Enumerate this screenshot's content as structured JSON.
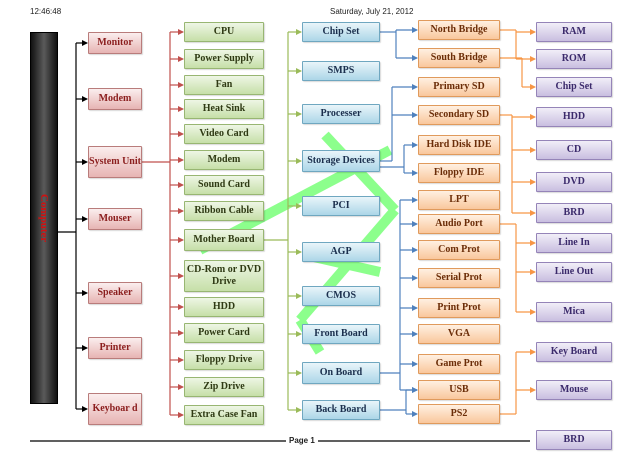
{
  "header": {
    "time": "12:46:48",
    "date": "Saturday, July 21, 2012"
  },
  "footer": {
    "page": "Page 1"
  },
  "root": {
    "label": "Computer"
  },
  "colors": {
    "red": "#c0504d",
    "green": "#9bbb59",
    "blue": "#4f81bd",
    "orange": "#f79646",
    "watermark": "#66ff66"
  },
  "col0": [
    "Monitor",
    "Modem",
    "System Unit",
    "Mouser",
    "Speaker",
    "Printer",
    "Keyboar d"
  ],
  "col1": [
    "CPU",
    "Power Supply",
    "Fan",
    "Heat Sink",
    "Video Card",
    "Modem",
    "Sound Card",
    "Ribbon Cable",
    "Mother Board",
    "CD-Rom or DVD Drive",
    "HDD",
    "Power Card",
    "Floppy Drive",
    "Zip Drive",
    "Extra Case Fan"
  ],
  "col2": [
    "Chip Set",
    "SMPS",
    "Processer",
    "Storage Devices",
    "PCI",
    "AGP",
    "CMOS",
    "Front Board",
    "On Board",
    "Back Board"
  ],
  "col3": [
    "North Bridge",
    "South Bridge",
    "Primary SD",
    "Secondary SD",
    "Hard Disk IDE",
    "Floppy IDE",
    "LPT",
    "Audio Port",
    "Com Prot",
    "Serial Prot",
    "Print Prot",
    "VGA",
    "Game Prot",
    "USB",
    "PS2"
  ],
  "col4": [
    "RAM",
    "ROM",
    "Chip Set",
    "HDD",
    "CD",
    "DVD",
    "BRD",
    "Line In",
    "Line Out",
    "Mica",
    "Key Board",
    "Mouse",
    "BRD"
  ]
}
